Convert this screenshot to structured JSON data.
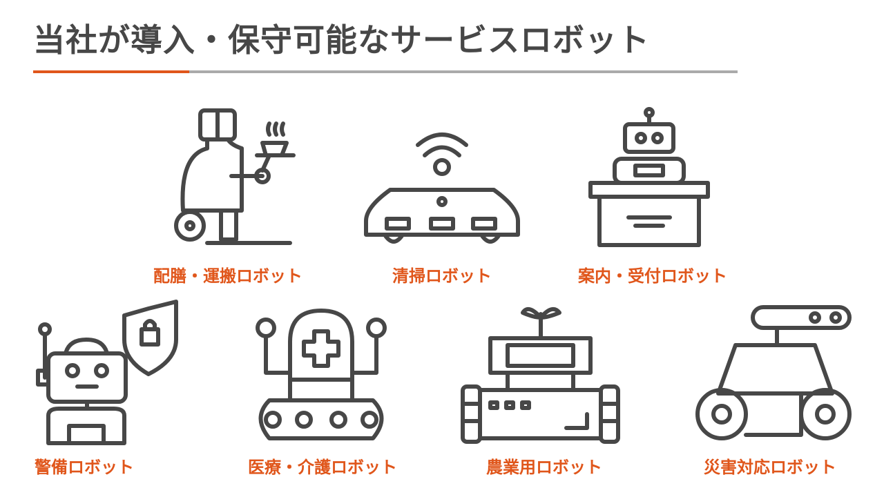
{
  "title": "当社が導入・保守可能なサービスロボット",
  "accent_color": "#e0561b",
  "robots": [
    {
      "label": "配膳・運搬ロボット",
      "icon": "serving-robot-icon"
    },
    {
      "label": "清掃ロボット",
      "icon": "cleaning-robot-icon"
    },
    {
      "label": "案内・受付ロボット",
      "icon": "reception-robot-icon"
    },
    {
      "label": "警備ロボット",
      "icon": "security-robot-icon"
    },
    {
      "label": "医療・介護ロボット",
      "icon": "medical-robot-icon"
    },
    {
      "label": "農業用ロボット",
      "icon": "agriculture-robot-icon"
    },
    {
      "label": "災害対応ロボット",
      "icon": "disaster-robot-icon"
    }
  ]
}
